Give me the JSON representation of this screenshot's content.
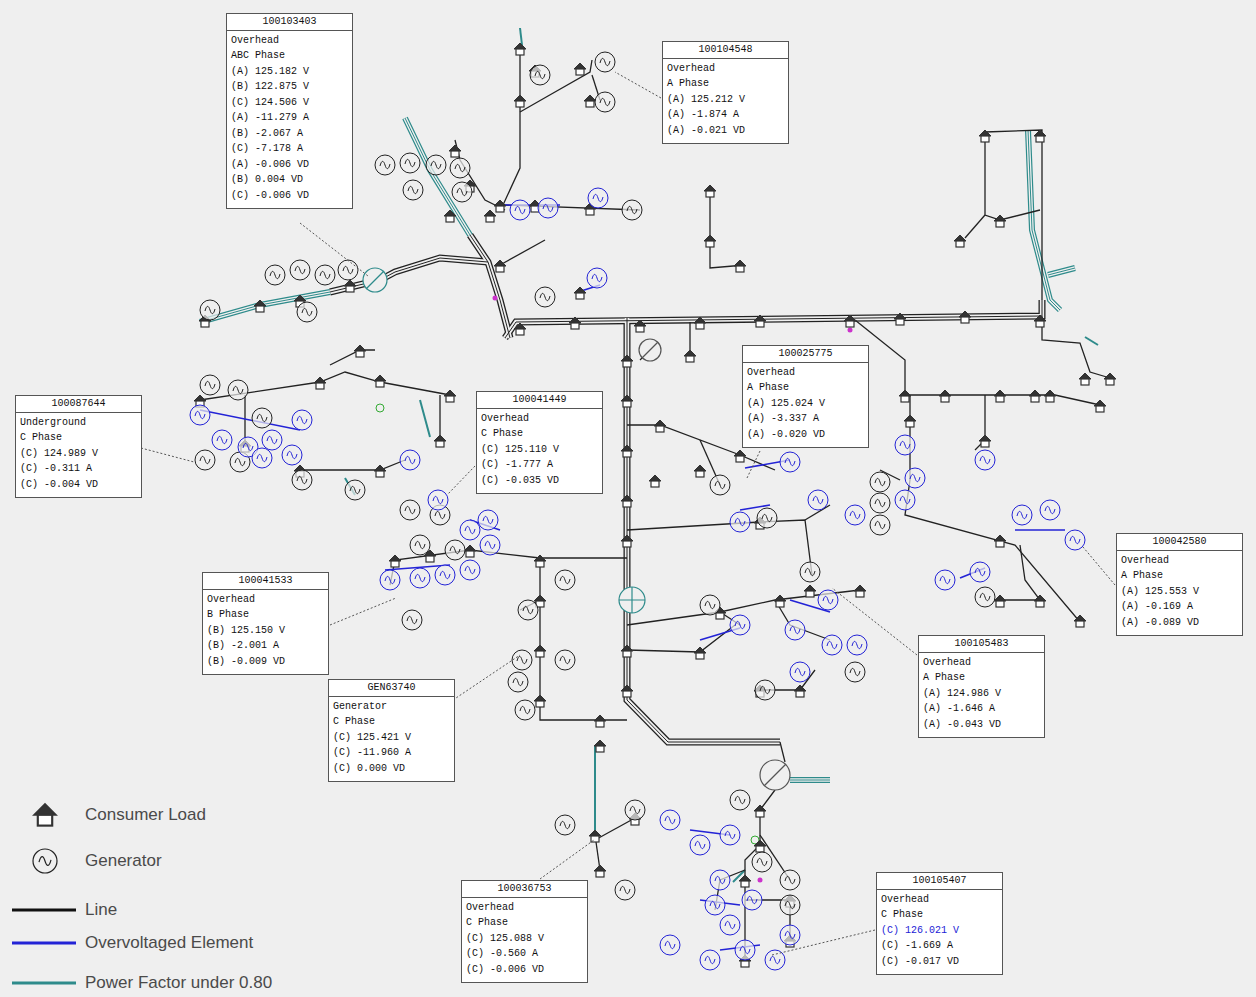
{
  "diagram": {
    "nodes": [
      {
        "text": [
          "100103403",
          "Overhead",
          "ABC Phase",
          "(A) 125.182 V",
          "(B) 122.875 V",
          "(C) 124.506 V",
          "(A) -11.279 A",
          "(B) -2.067 A",
          "(C) -7.178 A",
          "(A) -0.006 VD",
          "(B) 0.004 VD",
          "(C) -0.006 VD"
        ]
      },
      {
        "text": [
          "100104548",
          "Overhead",
          "A Phase",
          "(A) 125.212 V",
          "(A) -1.874 A",
          "(A) -0.021 VD"
        ]
      },
      {
        "text": [
          "100025775",
          "Overhead",
          "A Phase",
          "(A) 125.024 V",
          "(A) -3.337 A",
          "(A) -0.020 VD"
        ]
      },
      {
        "text": [
          "100041449",
          "Overhead",
          "C Phase",
          "(C) 125.110 V",
          "(C) -1.777 A",
          "(C) -0.035 VD"
        ]
      },
      {
        "text": [
          "100087644",
          "Underground",
          "C Phase",
          "(C) 124.989 V",
          "(C) -0.311 A",
          "(C) -0.004 VD"
        ]
      },
      {
        "text": [
          "100042580",
          "Overhead",
          "A Phase",
          "(A) 125.553 V",
          "(A) -0.169 A",
          "(A) -0.089 VD"
        ]
      },
      {
        "text": [
          "100041533",
          "Overhead",
          "B Phase",
          "(B) 125.150 V",
          "(B) -2.001 A",
          "(B) -0.009 VD"
        ]
      },
      {
        "text": [
          "100105483",
          "Overhead",
          "A Phase",
          "(A) 124.986 V",
          "(A) -1.646 A",
          "(A) -0.043 VD"
        ]
      },
      {
        "text": [
          "GEN63740",
          "Generator",
          "C Phase",
          "(C) 125.421 V",
          "(C) -11.960 A",
          "(C) 0.000 VD"
        ]
      },
      {
        "text": [
          "100105407",
          "Overhead",
          "C Phase",
          "(C) 126.021 V",
          "(C) -1.669 A",
          "(C) -0.017 VD"
        ]
      },
      {
        "text": [
          "100036753",
          "Overhead",
          "C Phase",
          "(C) 125.088 V",
          "(C) -0.560 A",
          "(C) -0.006 VD"
        ]
      }
    ],
    "legend": [
      {
        "text": "Consumer Load"
      },
      {
        "text": "Generator"
      },
      {
        "text": "Line"
      },
      {
        "text": "Overvoltaged Element"
      },
      {
        "text": "Power Factor under 0.80"
      }
    ]
  }
}
